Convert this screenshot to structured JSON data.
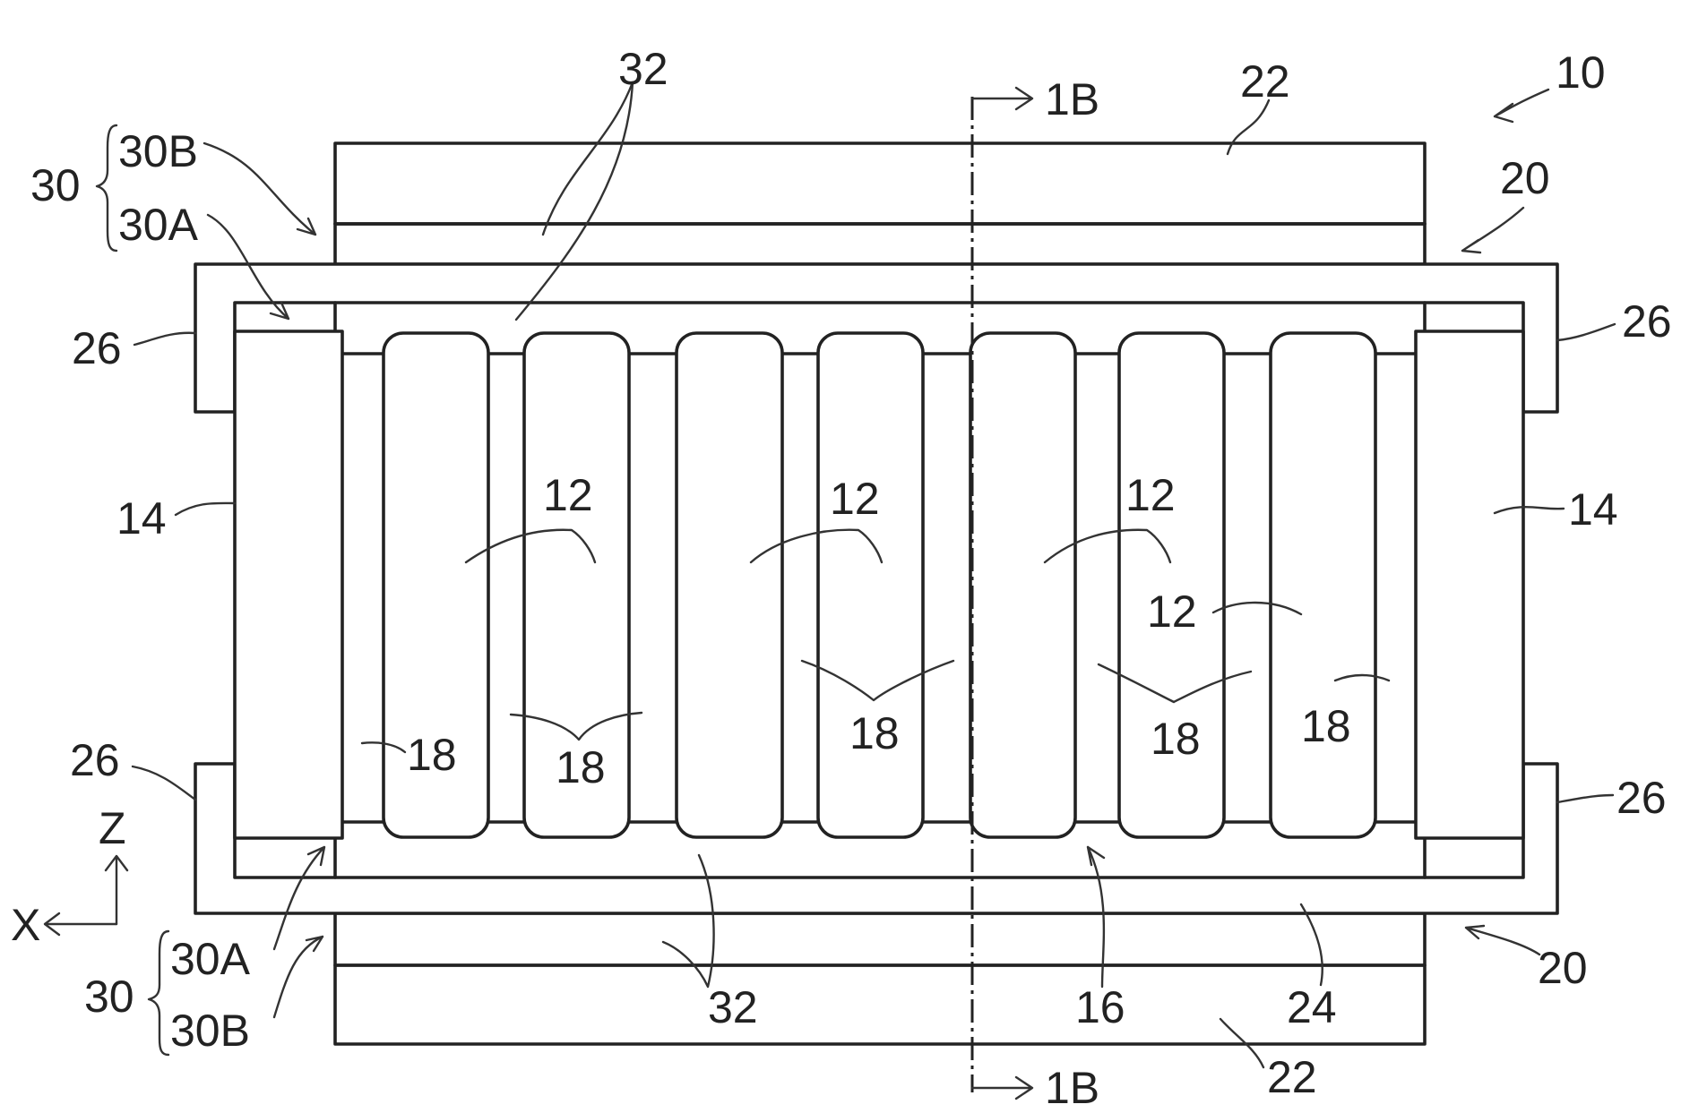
{
  "figure": {
    "assembly_label": "10",
    "section_marker": "1B",
    "axis_z": "Z",
    "axis_x": "X",
    "labels": {
      "l30": "30",
      "l30A": "30A",
      "l30B": "30B",
      "l32": "32",
      "l22": "22",
      "l20": "20",
      "l26": "26",
      "l14": "14",
      "l12": "12",
      "l18": "18",
      "l16": "16",
      "l24": "24"
    }
  }
}
